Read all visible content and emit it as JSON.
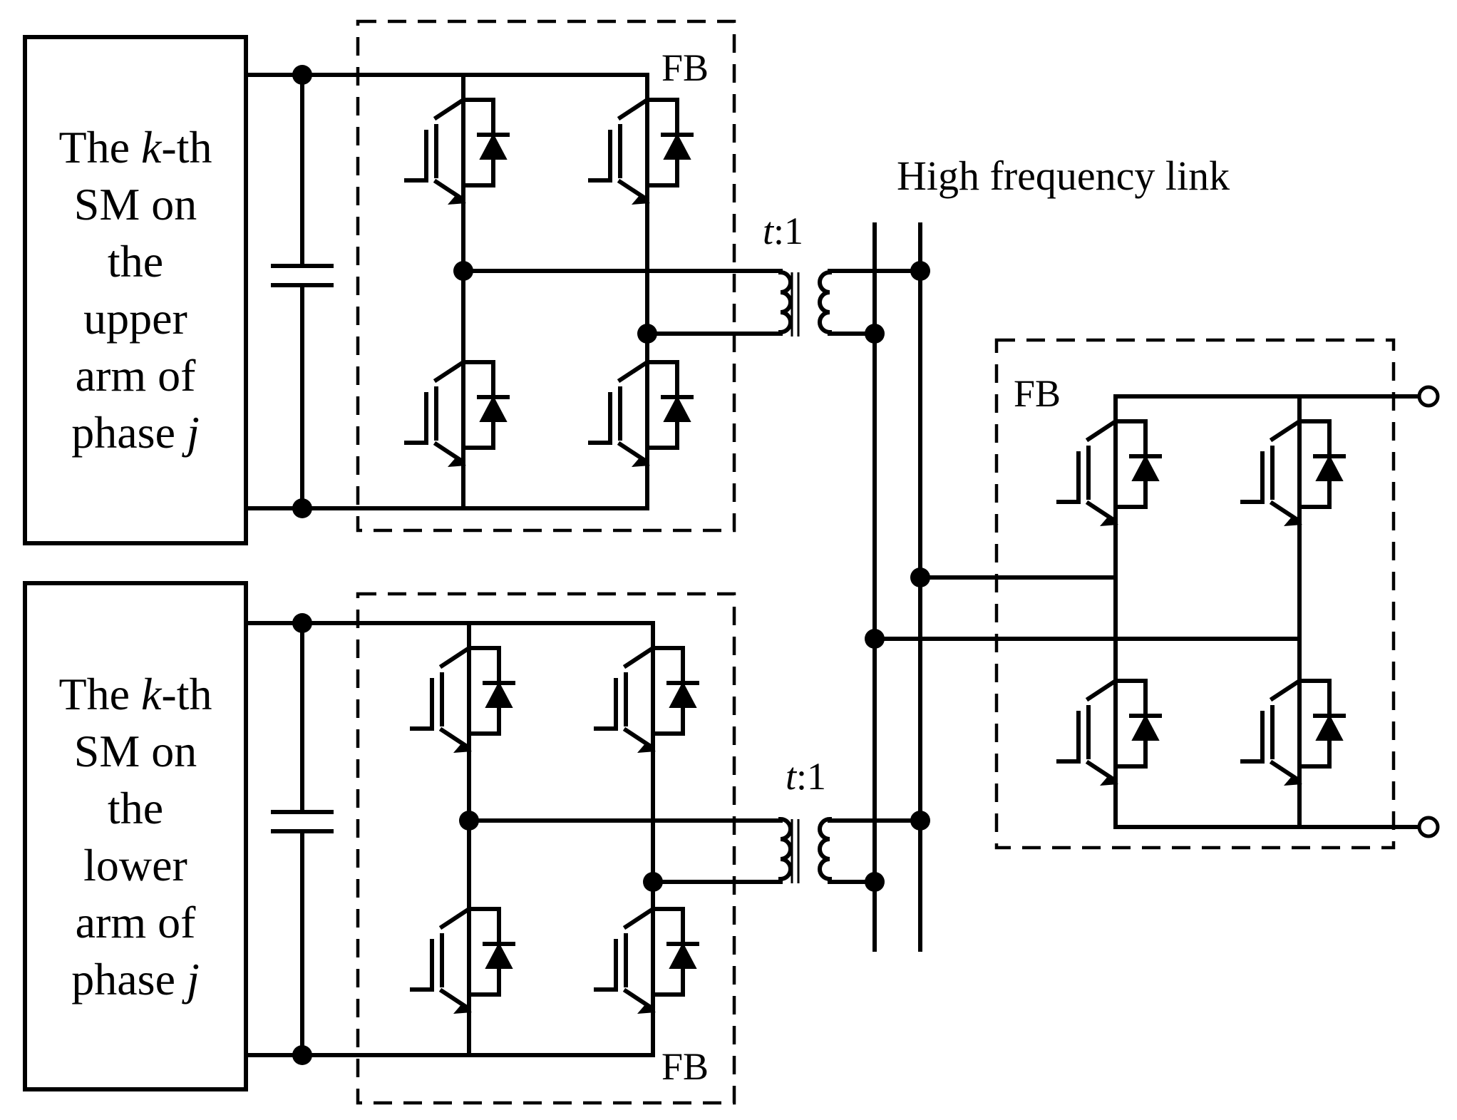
{
  "modules": {
    "upper": {
      "lines": [
        [
          {
            "t": "The "
          },
          {
            "t": "k",
            "i": true
          },
          {
            "t": "-th"
          }
        ],
        [
          {
            "t": "SM on"
          }
        ],
        [
          {
            "t": "the"
          }
        ],
        [
          {
            "t": "upper"
          }
        ],
        [
          {
            "t": "arm of"
          }
        ],
        [
          {
            "t": "phase "
          },
          {
            "t": "j",
            "i": true
          }
        ]
      ]
    },
    "lower": {
      "lines": [
        [
          {
            "t": "The "
          },
          {
            "t": "k",
            "i": true
          },
          {
            "t": "-th"
          }
        ],
        [
          {
            "t": "SM on"
          }
        ],
        [
          {
            "t": "the"
          }
        ],
        [
          {
            "t": "lower"
          }
        ],
        [
          {
            "t": "arm of"
          }
        ],
        [
          {
            "t": "phase "
          },
          {
            "t": "j",
            "i": true
          }
        ]
      ]
    }
  },
  "labels": {
    "fb_upper": "FB",
    "fb_lower": "FB",
    "fb_output": "FB",
    "hf_link": "High frequency link",
    "ratio_var": "t",
    "ratio_rest": ":1"
  }
}
